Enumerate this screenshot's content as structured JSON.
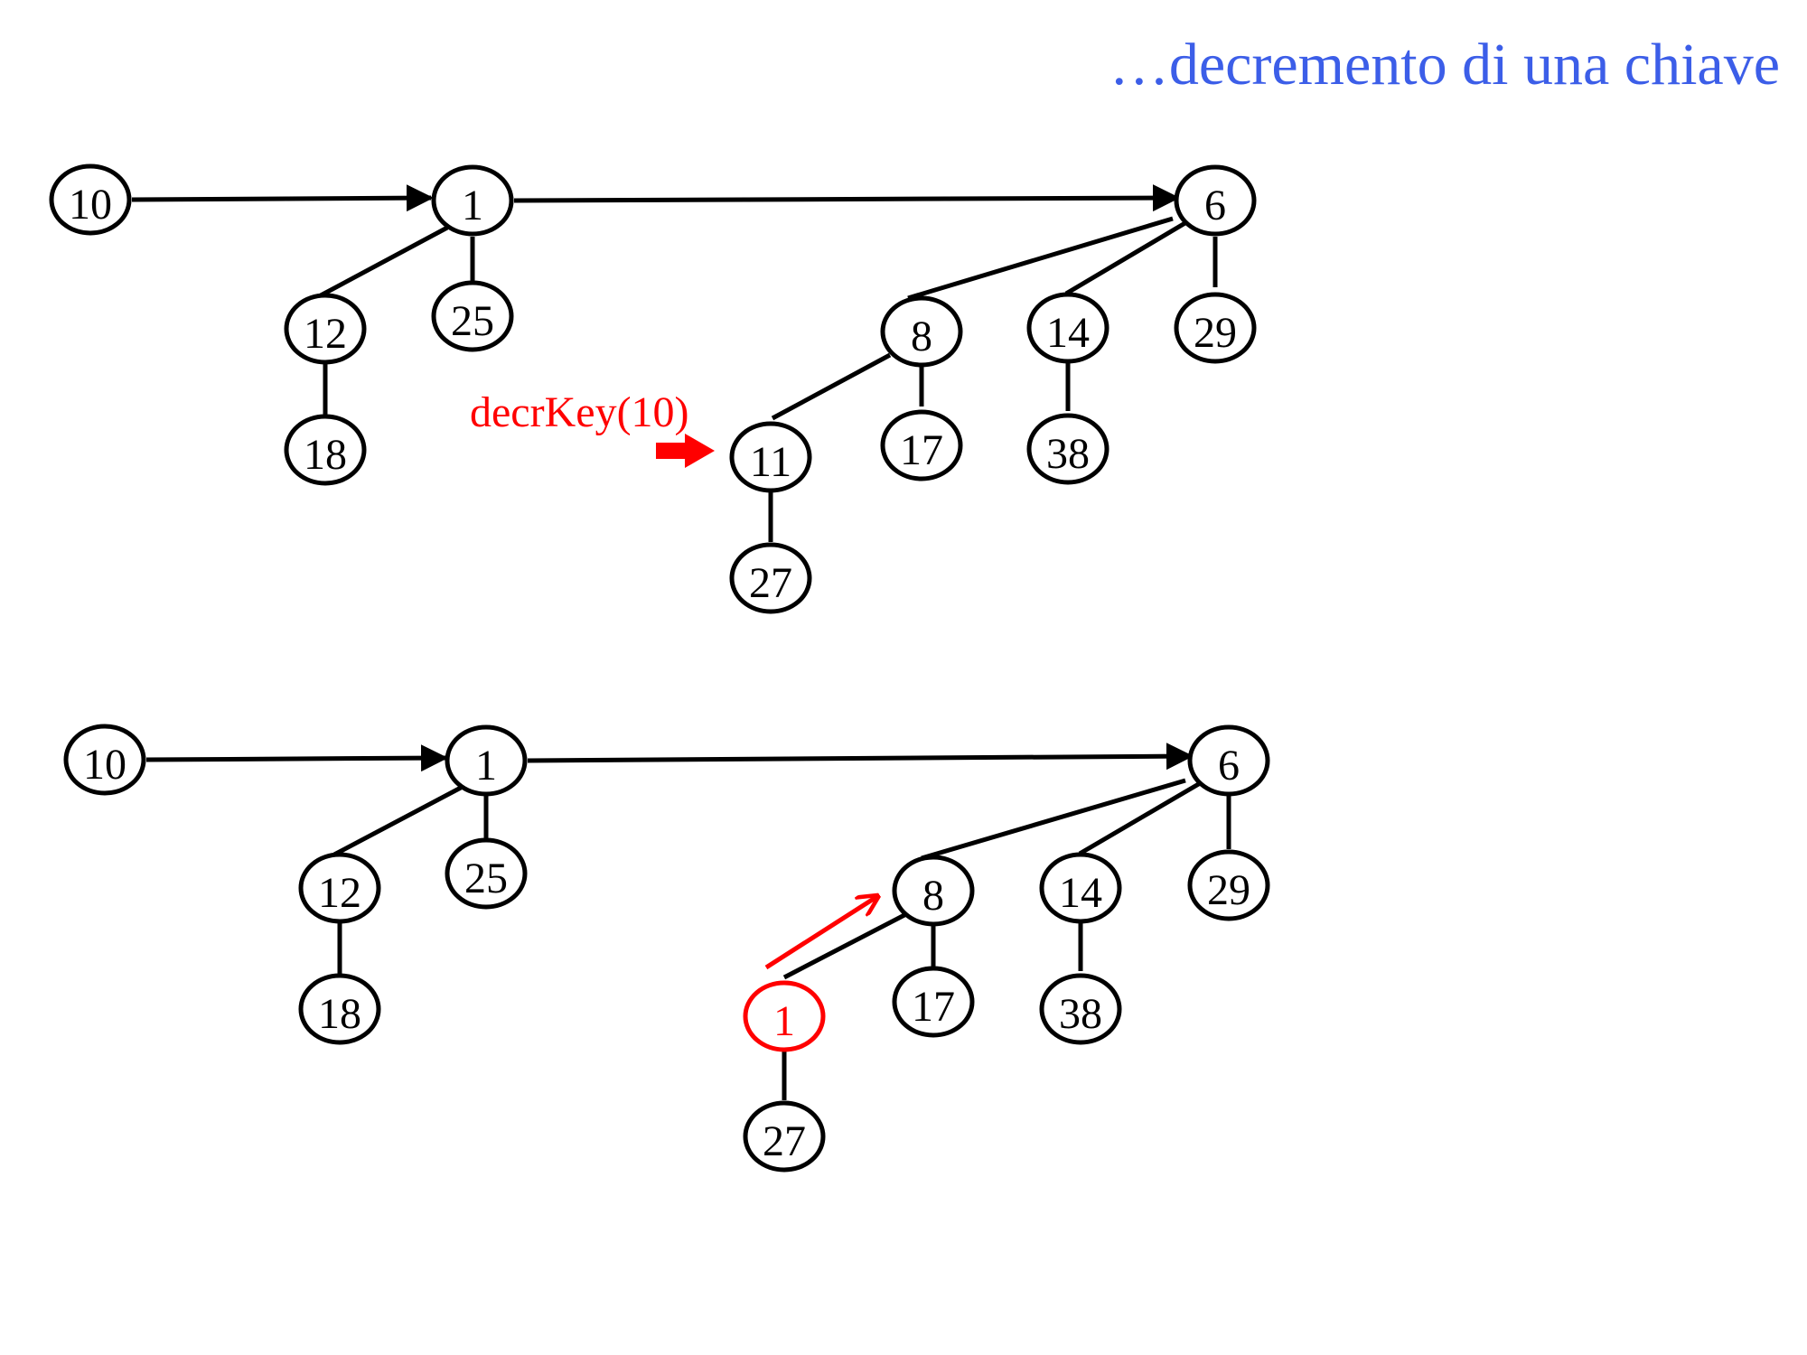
{
  "title": "…decremento di una chiave",
  "colors": {
    "title": "#3c5ee8",
    "ink": "#000000",
    "highlight": "#ff0000"
  },
  "top_heap": {
    "operation_label": "decrKey(10)",
    "nodes": {
      "a": "10",
      "b": "1",
      "c": "6",
      "d": "12",
      "e": "25",
      "f": "18",
      "g": "8",
      "h": "14",
      "i": "29",
      "j": "11",
      "k": "17",
      "l": "38",
      "m": "27"
    }
  },
  "bottom_heap": {
    "nodes": {
      "a": "10",
      "b": "1",
      "c": "6",
      "d": "12",
      "e": "25",
      "f": "18",
      "g": "8",
      "h": "14",
      "i": "29",
      "j": "1",
      "k": "17",
      "l": "38",
      "m": "27"
    }
  }
}
